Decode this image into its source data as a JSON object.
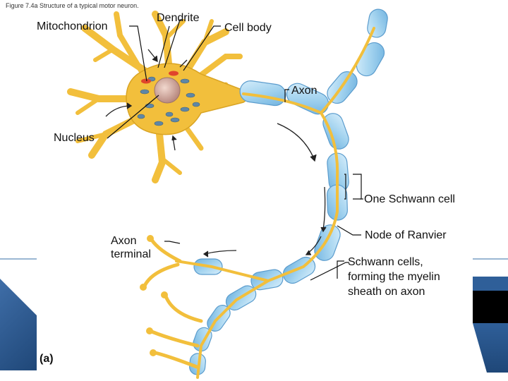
{
  "caption": "Figure 7.4a Structure of a typical motor neuron.",
  "labels": {
    "mitochondrion": "Mitochondrion",
    "dendrite": "Dendrite",
    "cell_body": "Cell body",
    "axon": "Axon",
    "nucleus": "Nucleus",
    "one_schwann_cell": "One Schwann cell",
    "node_of_ranvier": "Node of Ranvier",
    "axon_terminal_line1": "Axon",
    "axon_terminal_line2": "terminal",
    "schwann_line1": "Schwann cells,",
    "schwann_line2": "forming the myelin",
    "schwann_line3": "sheath on axon",
    "panel_letter": "(a)"
  },
  "colors": {
    "neuron_yellow": "#f2bf3c",
    "myelin_blue": "#9fd0ec",
    "nucleus_pink": "#d8b0a4",
    "mitochondria_red": "#e0452c",
    "organelle_blue": "#5f87a6"
  }
}
